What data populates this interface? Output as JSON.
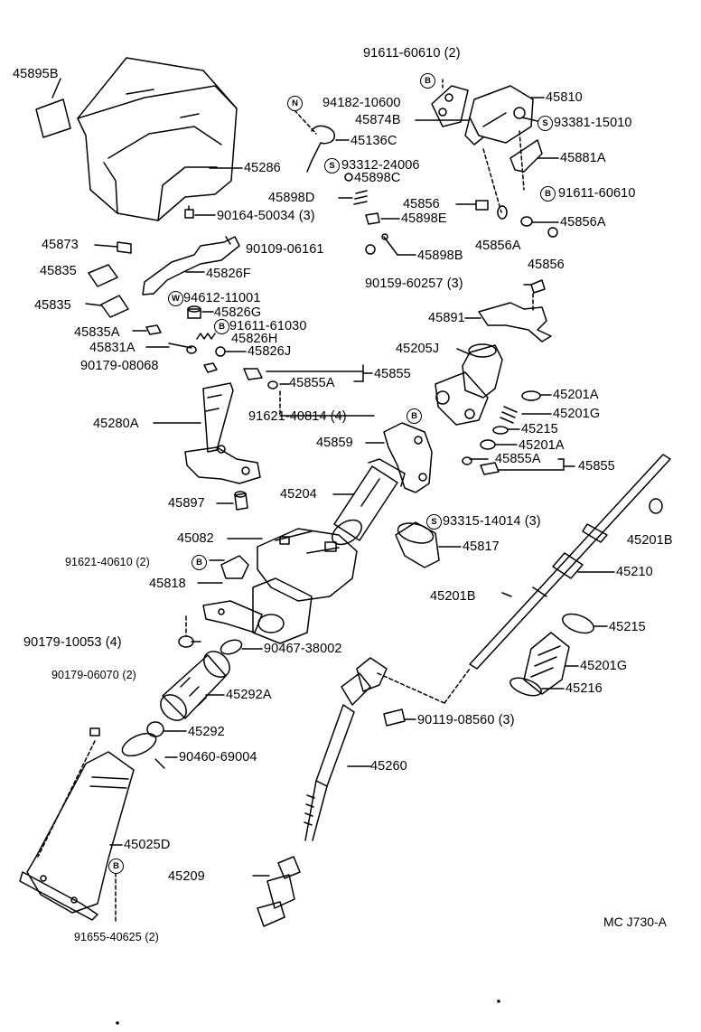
{
  "diagram": {
    "ref_code": "MC J730-A",
    "labels": {
      "p45895B": "45895B",
      "p45286": "45286",
      "p90164": "90164-50034 (3)",
      "p45873": "45873",
      "p45835a": "45835",
      "p45826F": "45826F",
      "p45835b": "45835",
      "p94612": "94612-11001",
      "p45826G": "45826G",
      "p91611_61030": "91611-61030",
      "p45835A": "45835A",
      "p45826H": "45826H",
      "p45831A": "45831A",
      "p45826J": "45826J",
      "p90179_08068": "90179-08068",
      "p45855A_a": "45855A",
      "p45855_a": "45855",
      "p91621_40814": "91621-40814 (4)",
      "p45280A": "45280A",
      "p45859": "45859",
      "p45897": "45897",
      "p45204": "45204",
      "p45082": "45082",
      "p91621_40610": "91621-40610 (2)",
      "p45818": "45818",
      "p90179_10053": "90179-10053 (4)",
      "p90467": "90467-38002",
      "p90179_06070": "90179-06070 (2)",
      "p45292A": "45292A",
      "p45292": "45292",
      "p90460": "90460-69004",
      "p45260": "45260",
      "p45025D": "45025D",
      "p45209": "45209",
      "p91655": "91655-40625 (2)",
      "p91611_60610_2": "91611-60610 (2)",
      "p94182": "94182-10600",
      "p45810": "45810",
      "p45874B": "45874B",
      "p93381": "93381-15010",
      "p45136C": "45136C",
      "p45881A": "45881A",
      "p93312": "93312-24006",
      "p45898C": "45898C",
      "p91611_60610": "91611-60610",
      "p45898D": "45898D",
      "p45856a": "45856",
      "p45898E": "45898E",
      "p45856A_a": "45856A",
      "p90109": "90109-06161",
      "p45898B": "45898B",
      "p45856A_b": "45856A",
      "p45856b": "45856",
      "p90159": "90159-60257 (3)",
      "p45891": "45891",
      "p45205J": "45205J",
      "p45201A_a": "45201A",
      "p45201G_a": "45201G",
      "p45215_a": "45215",
      "p45201A_b": "45201A",
      "p45855A_b": "45855A",
      "p45855_b": "45855",
      "p93315": "93315-14014 (3)",
      "p45201B": "45201B",
      "p45817": "45817",
      "p45210": "45210",
      "p45201B_b": "45201B",
      "p45215_b": "45215",
      "p45201G_b": "45201G",
      "p45216": "45216",
      "p90119": "90119-08560 (3)"
    },
    "badges": {
      "b1": "B",
      "b2": "N",
      "b3": "S",
      "b4": "S",
      "b5": "B",
      "b6": "W",
      "b7": "B",
      "b8": "B",
      "b9": "S",
      "b10": "B",
      "b11": "B"
    }
  }
}
